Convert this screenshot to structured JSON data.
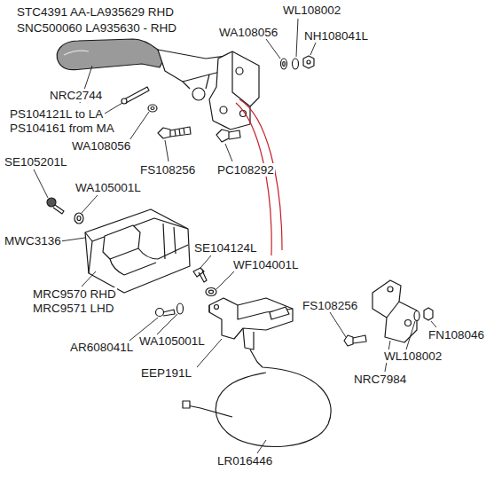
{
  "diagram": {
    "labels": [
      "STC4391 AA-LA935629 RHD",
      "SNC500060 LA935630 - RHD",
      "WL108002",
      "WA108056",
      "NH108041L",
      "NRC2744",
      "PS104121L to LA",
      "PS104161 from MA",
      "WA108056",
      "SE105201L",
      "FS108256",
      "PC108292",
      "WA105001L",
      "MWC3136",
      "SE104124L",
      "WF104001L",
      "MRC9570 RHD",
      "MRC9571 LHD",
      "AR608041L",
      "WA105001L",
      "FS108256",
      "FN108046",
      "WL108002",
      "EEP191L",
      "NRC7984",
      "LR016446"
    ]
  }
}
